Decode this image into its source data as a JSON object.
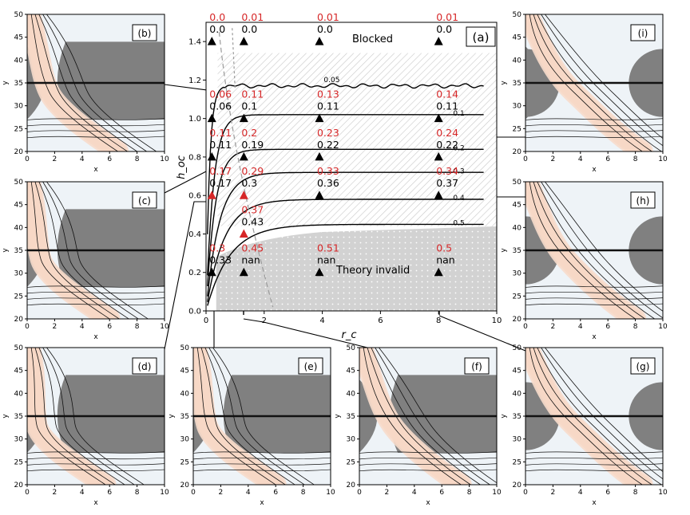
{
  "chart_data": {
    "type": "scatter",
    "main_panel": {
      "label": "(a)",
      "xlabel": "r_c",
      "ylabel": "h_oc",
      "xlim": [
        0,
        10
      ],
      "ylim": [
        0,
        1.5
      ],
      "xticks": [
        "0",
        "2",
        "4",
        "6",
        "8",
        "10"
      ],
      "yticks": [
        "0.0",
        "0.2",
        "0.4",
        "0.6",
        "0.8",
        "1.0",
        "1.2",
        "1.4"
      ],
      "grid": false,
      "region_labels": {
        "blocked": "Blocked",
        "theory_invalid": "Theory invalid"
      },
      "contour_levels": [
        "0.05",
        "0.1",
        "0.2",
        "0.3",
        "0.4",
        "0.5"
      ],
      "points": [
        {
          "x": 0.2,
          "y": 1.4,
          "red": "0.0",
          "black": "0.0",
          "color": "black"
        },
        {
          "x": 1.3,
          "y": 1.4,
          "red": "0.01",
          "black": "0.0",
          "color": "black"
        },
        {
          "x": 3.9,
          "y": 1.4,
          "red": "0.01",
          "black": "0.0",
          "color": "black"
        },
        {
          "x": 8.0,
          "y": 1.4,
          "red": "0.01",
          "black": "0.0",
          "color": "black"
        },
        {
          "x": 0.2,
          "y": 1.0,
          "red": "0.06",
          "black": "0.06",
          "color": "black"
        },
        {
          "x": 1.3,
          "y": 1.0,
          "red": "0.11",
          "black": "0.1",
          "color": "black"
        },
        {
          "x": 3.9,
          "y": 1.0,
          "red": "0.13",
          "black": "0.11",
          "color": "black"
        },
        {
          "x": 8.0,
          "y": 1.0,
          "red": "0.14",
          "black": "0.11",
          "color": "black"
        },
        {
          "x": 0.2,
          "y": 0.8,
          "red": "0.11",
          "black": "0.11",
          "color": "black"
        },
        {
          "x": 1.3,
          "y": 0.8,
          "red": "0.2",
          "black": "0.19",
          "color": "black"
        },
        {
          "x": 3.9,
          "y": 0.8,
          "red": "0.23",
          "black": "0.22",
          "color": "black"
        },
        {
          "x": 8.0,
          "y": 0.8,
          "red": "0.24",
          "black": "0.22",
          "color": "black"
        },
        {
          "x": 0.2,
          "y": 0.6,
          "red": "0.17",
          "black": "0.17",
          "color": "red"
        },
        {
          "x": 1.3,
          "y": 0.6,
          "red": "0.29",
          "black": "0.3",
          "color": "red"
        },
        {
          "x": 3.9,
          "y": 0.6,
          "red": "0.33",
          "black": "0.36",
          "color": "black"
        },
        {
          "x": 8.0,
          "y": 0.6,
          "red": "0.34",
          "black": "0.37",
          "color": "black"
        },
        {
          "x": 1.3,
          "y": 0.4,
          "red": "0.37",
          "black": "0.43",
          "color": "red"
        },
        {
          "x": 0.2,
          "y": 0.2,
          "red": "0.3",
          "black": "0.33",
          "color": "black"
        },
        {
          "x": 1.3,
          "y": 0.2,
          "red": "0.45",
          "black": "nan",
          "color": "black"
        },
        {
          "x": 3.9,
          "y": 0.2,
          "red": "0.51",
          "black": "nan",
          "color": "black"
        },
        {
          "x": 8.0,
          "y": 0.2,
          "red": "0.5",
          "black": "nan",
          "color": "black"
        }
      ]
    },
    "subpanels": [
      {
        "id": "b",
        "label": "(b)",
        "xlabel": "x",
        "ylabel": "y"
      },
      {
        "id": "c",
        "label": "(c)",
        "xlabel": "x",
        "ylabel": "y"
      },
      {
        "id": "d",
        "label": "(d)",
        "xlabel": "x",
        "ylabel": "y"
      },
      {
        "id": "e",
        "label": "(e)",
        "xlabel": "x",
        "ylabel": "y"
      },
      {
        "id": "f",
        "label": "(f)",
        "xlabel": "x",
        "ylabel": "y"
      },
      {
        "id": "g",
        "label": "(g)",
        "xlabel": "x",
        "ylabel": "y"
      },
      {
        "id": "h",
        "label": "(h)",
        "xlabel": "x",
        "ylabel": "y"
      },
      {
        "id": "i",
        "label": "(i)",
        "xlabel": "x",
        "ylabel": "y"
      }
    ],
    "subpanel_xlim": [
      0,
      10
    ],
    "subpanel_ylim": [
      20,
      50
    ],
    "subpanel_xticks": [
      "0",
      "2",
      "4",
      "6",
      "8",
      "10"
    ],
    "subpanel_yticks": [
      "20",
      "25",
      "30",
      "35",
      "40",
      "45",
      "50"
    ],
    "colors": {
      "red_label": "#d62728",
      "obstacle": "#808080",
      "flow_dark": "#5a0f12",
      "flow_light": "#f4c7ad"
    }
  }
}
